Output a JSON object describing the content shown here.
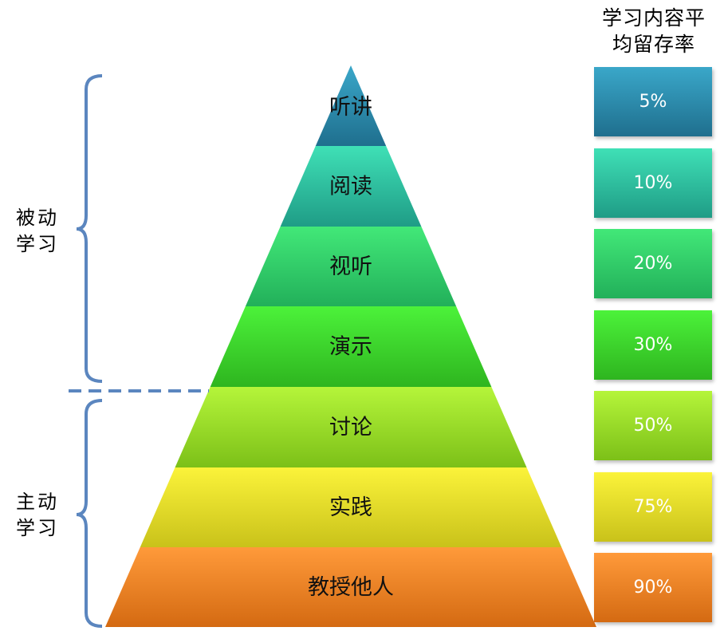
{
  "diagram": {
    "column_title": [
      "学习内容平",
      "均留存率"
    ],
    "groups": [
      {
        "label": [
          "被动",
          "学习"
        ]
      },
      {
        "label": [
          "主动",
          "学习"
        ]
      }
    ],
    "levels": [
      {
        "label": "听讲",
        "retention": "5%",
        "top": "#3aa7c9",
        "bottom": "#1f6f8e"
      },
      {
        "label": "阅读",
        "retention": "10%",
        "top": "#3fe0b6",
        "bottom": "#1f9c86"
      },
      {
        "label": "视听",
        "retention": "20%",
        "top": "#42e878",
        "bottom": "#22b05a"
      },
      {
        "label": "演示",
        "retention": "30%",
        "top": "#4cf23a",
        "bottom": "#2eb51f"
      },
      {
        "label": "讨论",
        "retention": "50%",
        "top": "#b5f53a",
        "bottom": "#7cc018"
      },
      {
        "label": "实践",
        "retention": "75%",
        "top": "#fbf33a",
        "bottom": "#c9c21a"
      },
      {
        "label": "教授他人",
        "retention": "90%",
        "top": "#ff9a3a",
        "bottom": "#d46a12"
      }
    ],
    "bracket_color": "#5b86bf"
  }
}
